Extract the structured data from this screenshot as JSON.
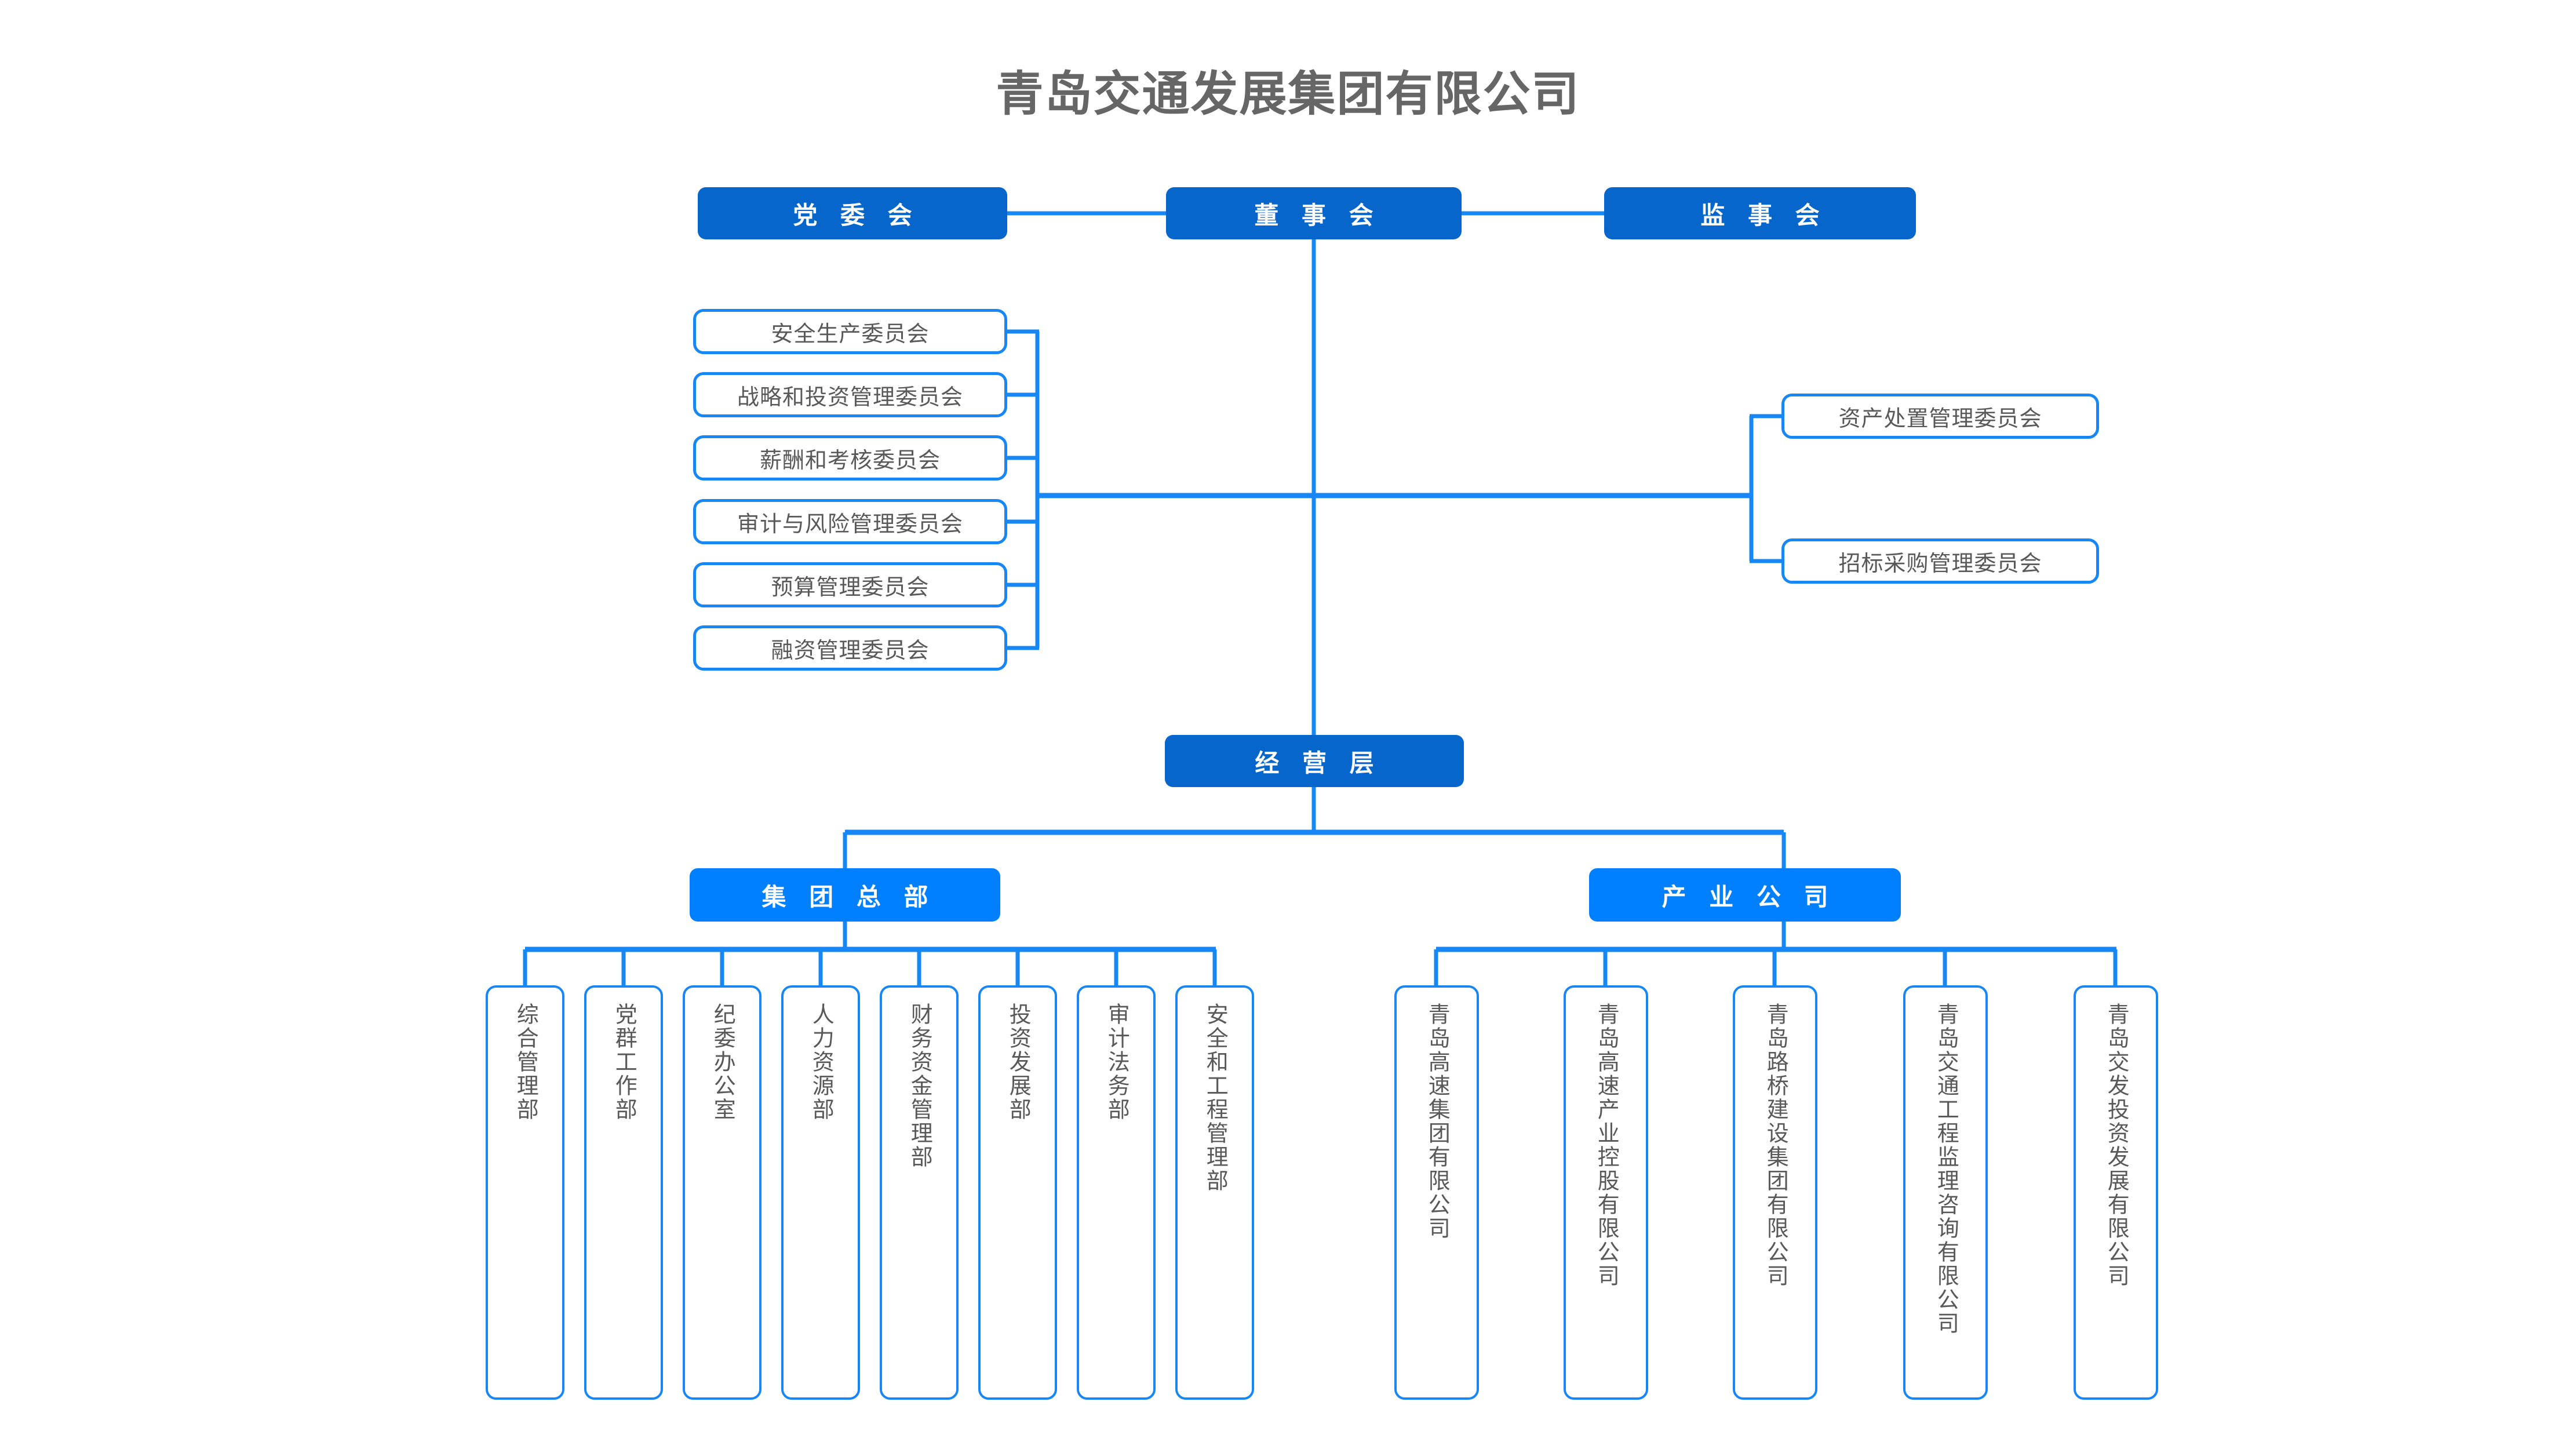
{
  "title": "青岛交通发展集团有限公司",
  "colors": {
    "header_blue": "#0666CC",
    "bright_blue": "#0080FF",
    "line_blue": "#1787F5",
    "box_text_gray": "#595959",
    "title_gray": "#666666"
  },
  "governance": {
    "party_committee": "党 委 会",
    "board_of_directors": "董 事 会",
    "board_of_supervisors": "监 事 会"
  },
  "left_committees": [
    {
      "label": "安全生产委员会"
    },
    {
      "label": "战略和投资管理委员会"
    },
    {
      "label": "薪酬和考核委员会"
    },
    {
      "label": "审计与风险管理委员会"
    },
    {
      "label": "预算管理委员会"
    },
    {
      "label": "融资管理委员会"
    }
  ],
  "right_committees": [
    {
      "label": "资产处置管理委员会"
    },
    {
      "label": "招标采购管理委员会"
    }
  ],
  "management_layer": "经 营 层",
  "branches": {
    "headquarters": "集 团 总 部",
    "industry_companies": "产 业 公 司"
  },
  "departments": [
    {
      "label": "综合管理部"
    },
    {
      "label": "党群工作部"
    },
    {
      "label": "纪委办公室"
    },
    {
      "label": "人力资源部"
    },
    {
      "label": "财务资金管理部"
    },
    {
      "label": "投资发展部"
    },
    {
      "label": "审计法务部"
    },
    {
      "label": "安全和工程管理部"
    }
  ],
  "subsidiaries": [
    {
      "label": "青岛高速集团有限公司"
    },
    {
      "label": "青岛高速产业控股有限公司"
    },
    {
      "label": "青岛路桥建设集团有限公司"
    },
    {
      "label": "青岛交通工程监理咨询有限公司"
    },
    {
      "label": "青岛交发投资发展有限公司"
    }
  ]
}
